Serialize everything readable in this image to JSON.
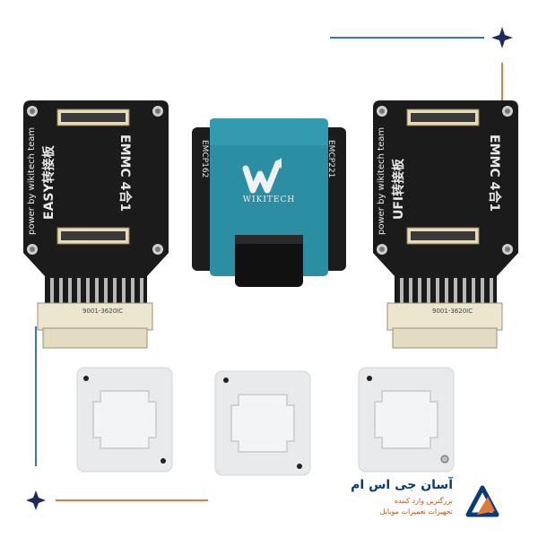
{
  "product": {
    "left_board": {
      "team_text": "power by wikitech team",
      "adapter_text": "EASY转接板",
      "model_text": "EMMC 4合1",
      "connector_code": "9001-3620IC"
    },
    "right_board": {
      "team_text": "power by wikitech team",
      "adapter_text": "UFI转接板",
      "model_text": "EMMC 4合1",
      "connector_code": "9001-3620IC"
    },
    "socket_module": {
      "left_label": "EMCP162",
      "right_label": "EMCP221",
      "brand": "WIKITECH"
    },
    "pad_count": 3
  },
  "branding": {
    "name": "آسان جی اس ام",
    "tagline_line1": "بزرگترین وارد کننده",
    "tagline_line2": "تجهیزات تعمیرات موبایل"
  },
  "colors": {
    "board": "#1b1b1b",
    "socket": "#2c8ea3",
    "accent_blue": "#3a6fd8",
    "accent_orange": "#e07a3a",
    "brand_navy": "#0b3a7a"
  }
}
